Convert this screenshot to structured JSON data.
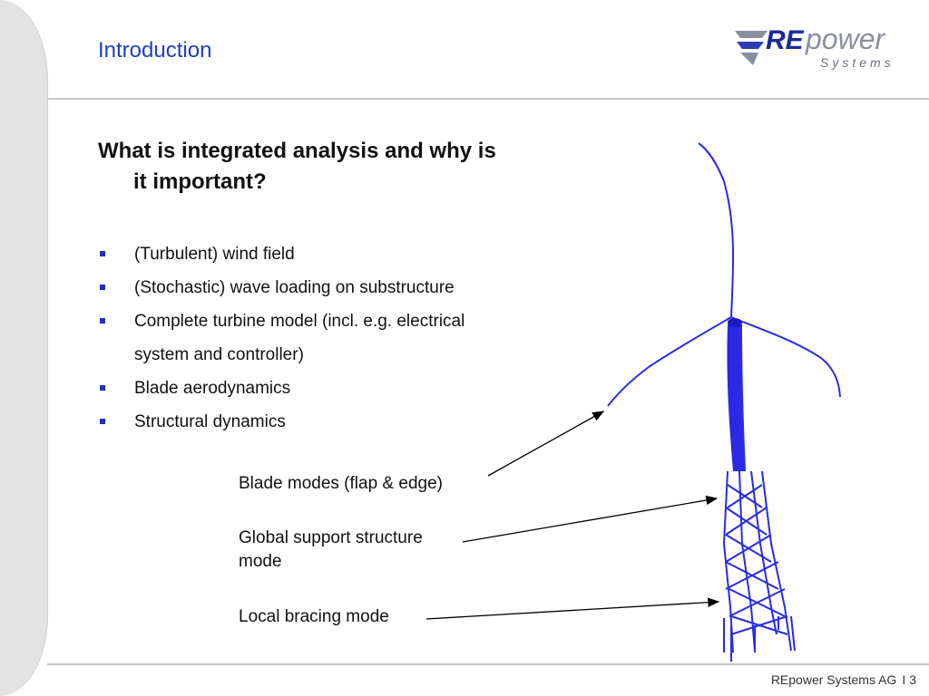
{
  "slide": {
    "title": "Introduction",
    "question_line1": "What is integrated analysis and why is",
    "question_line2": "it important?",
    "bullets": [
      "(Turbulent) wind field",
      "(Stochastic) wave loading on substructure",
      "Complete turbine model (incl. e.g. electrical",
      "system and controller)",
      "Blade aerodynamics",
      "Structural dynamics"
    ],
    "callouts": {
      "blade": "Blade modes (flap & edge)",
      "global_line1": "Global support structure",
      "global_line2": "mode",
      "local": "Local bracing mode"
    }
  },
  "logo": {
    "brand_re": "RE",
    "brand_power": "power",
    "brand_sub": "Systems"
  },
  "footer": {
    "company": "REpower Systems AG",
    "separator": "I",
    "page": "3"
  },
  "colors": {
    "accent": "#1f3fbf",
    "turbine": "#2a2ae6",
    "rule": "#c8c8c8"
  }
}
